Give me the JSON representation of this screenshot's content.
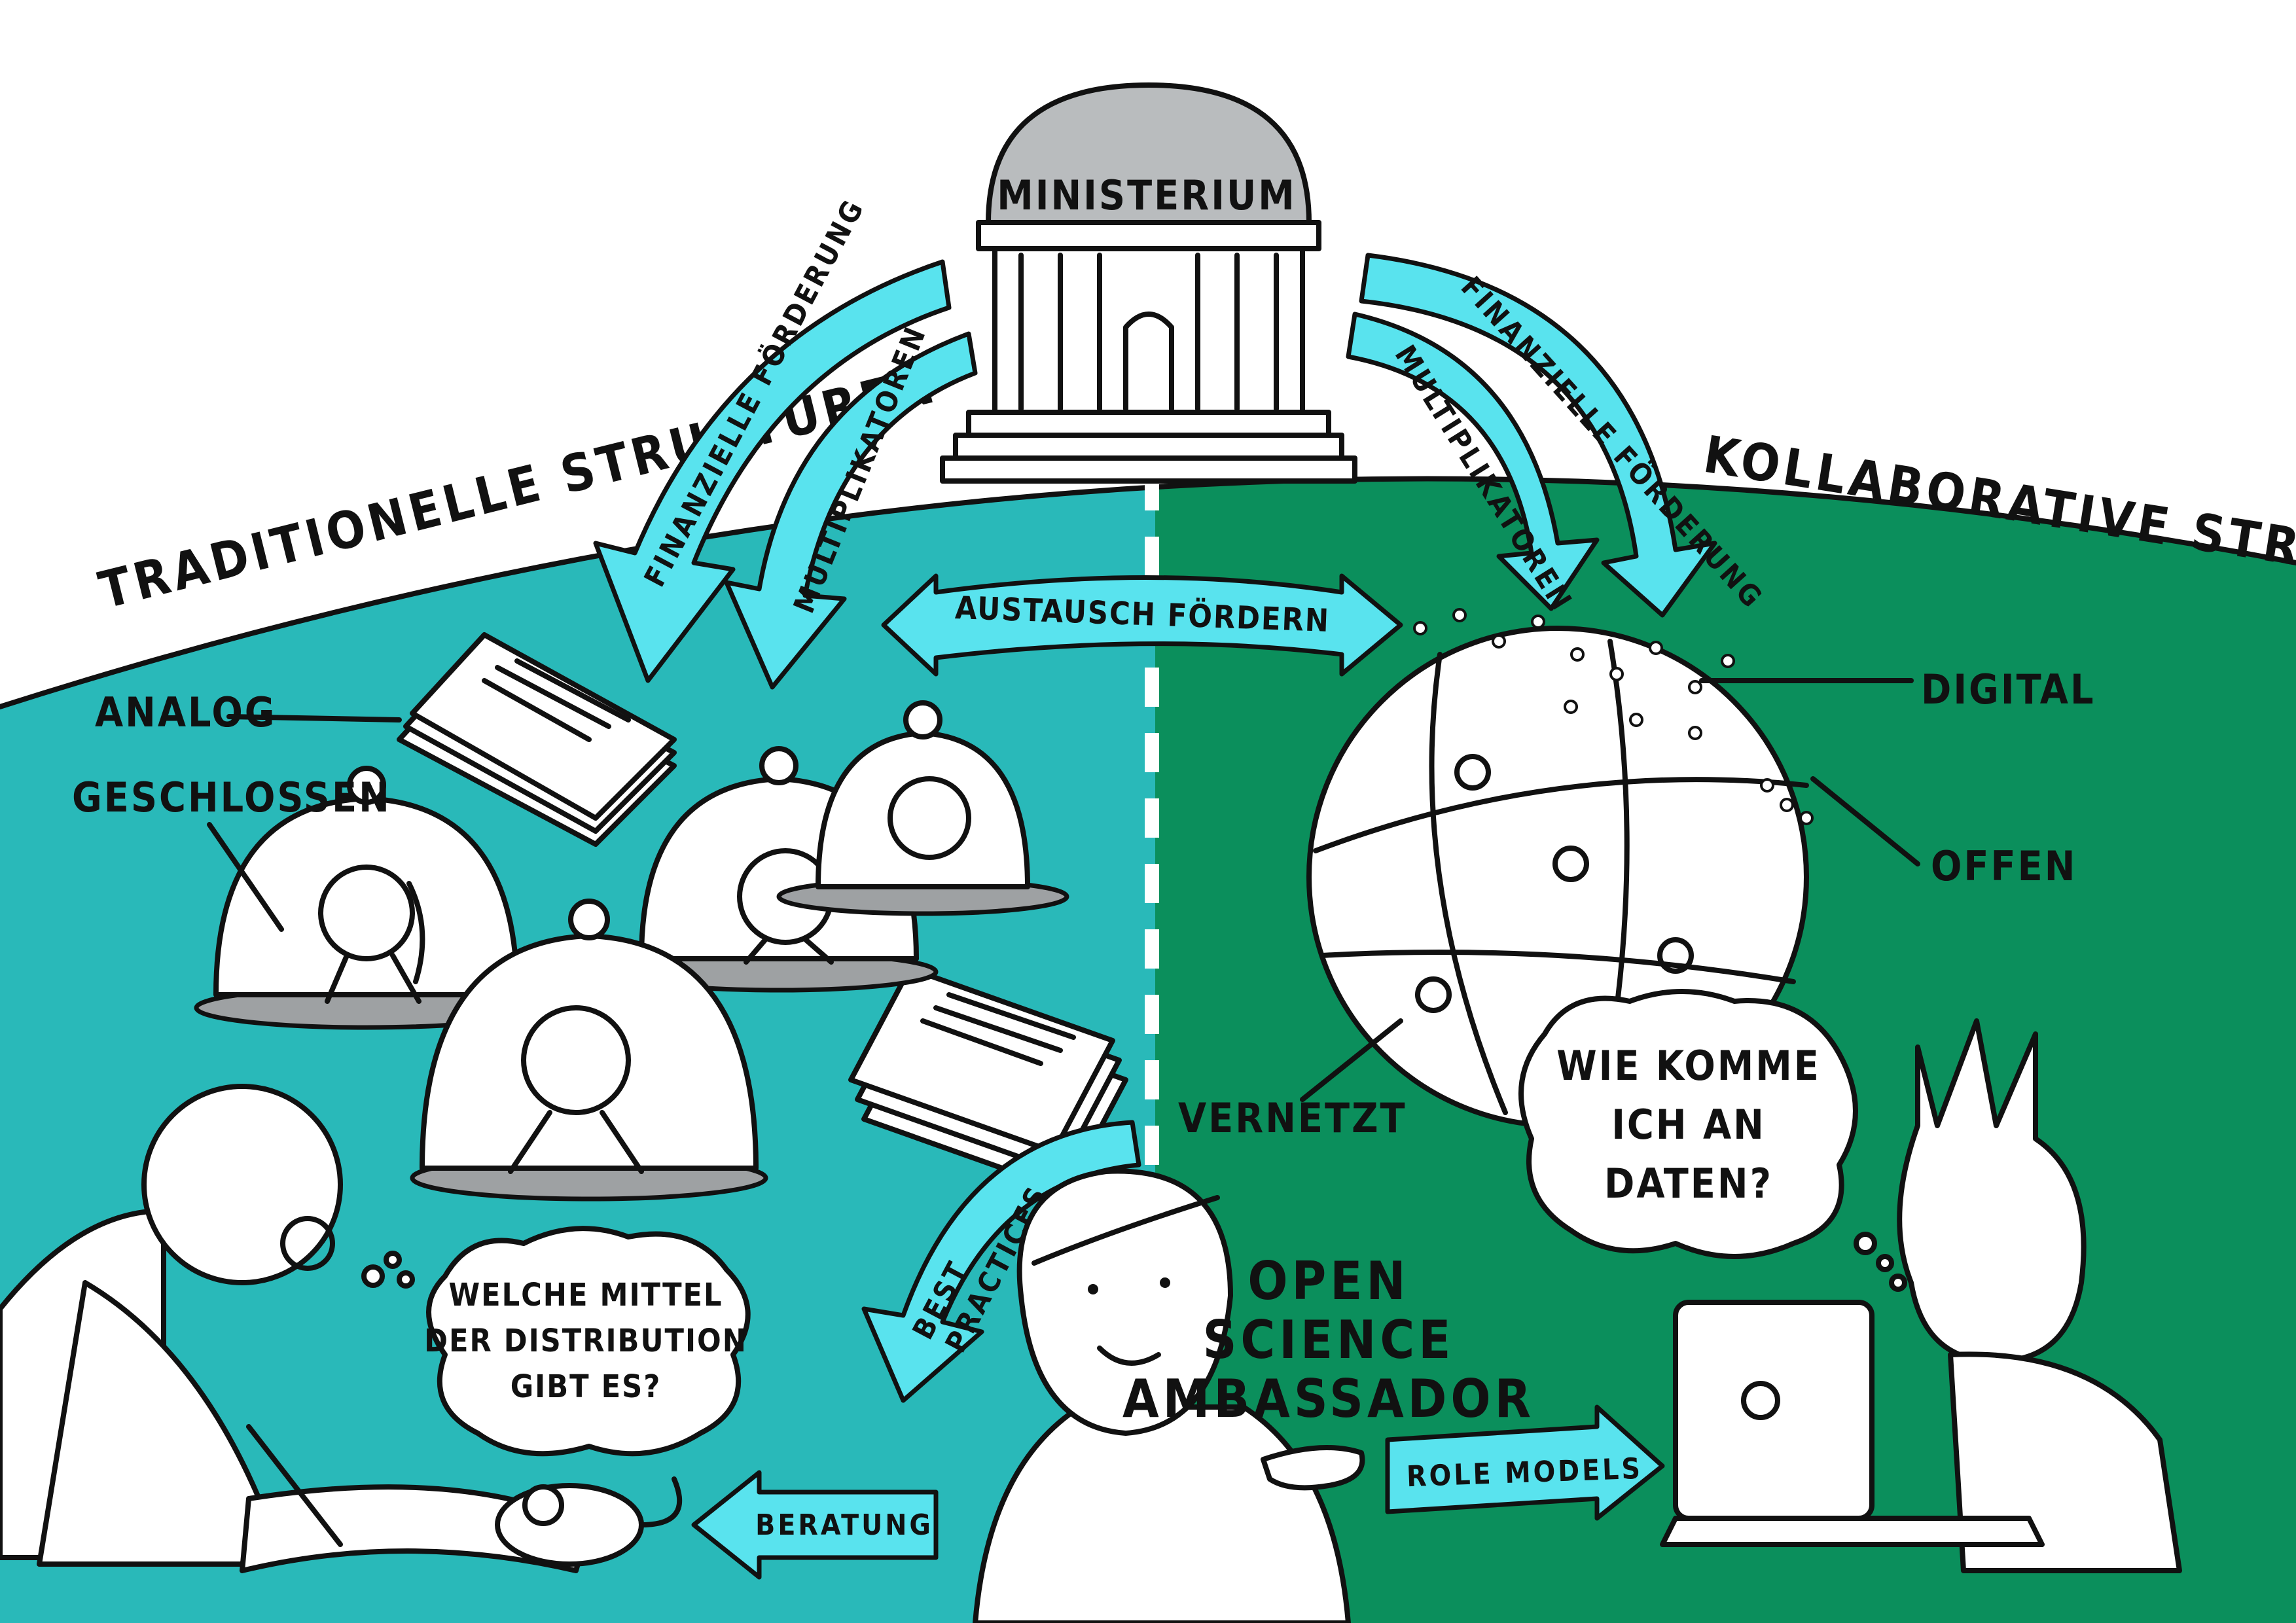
{
  "ministry": {
    "label": "MINISTERIUM"
  },
  "left_region": {
    "title": "TRADITIONELLE STRUKTUREN",
    "color": "#29b9b9",
    "labels": {
      "analog": "ANALOG",
      "closed": "GESCHLOSSEN"
    }
  },
  "right_region": {
    "title": "KOLLABORATIVE STRUKTUREN",
    "color": "#0b8f5c",
    "labels": {
      "digital": "DIGITAL",
      "open": "OFFEN",
      "networked": "VERNETZT"
    }
  },
  "arrows": {
    "funding": "FINANZIELLE FÖRDERUNG",
    "multipliers": "MULTIPLIKATOREN",
    "exchange": "AUSTAUSCH FÖRDERN",
    "best_practices_line1": "BEST",
    "best_practices_line2": "PRACTICES",
    "advice": "BERATUNG",
    "role_models": "ROLE MODELS"
  },
  "bubbles": {
    "left": {
      "line1": "WELCHE MITTEL",
      "line2": "DER DISTRIBUTION",
      "line3": "GIBT ES?"
    },
    "right": {
      "line1": "WIE KOMME",
      "line2": "ICH AN",
      "line3": "DATEN?"
    }
  },
  "ambassador": {
    "line1": "OPEN",
    "line2": "SCIENCE",
    "line3": "AMBASSADOR"
  },
  "colors": {
    "arrow": "#59e3ee",
    "dome": "#b9bcbe",
    "ink": "#111111"
  }
}
